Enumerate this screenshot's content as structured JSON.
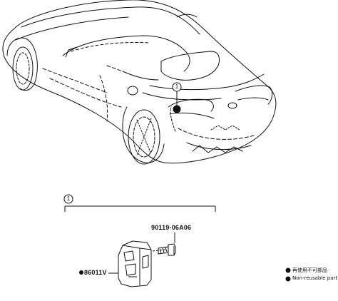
{
  "callouts": {
    "car_marker": "1",
    "group_marker": "1"
  },
  "parts": {
    "bolt": {
      "number": "90119-06A06"
    },
    "bracket": {
      "number": "86011V"
    }
  },
  "legend": {
    "line1": "再使用不可部品",
    "line2": "Non-reusable part"
  },
  "colors": {
    "line": "#111111",
    "background": "#ffffff"
  }
}
